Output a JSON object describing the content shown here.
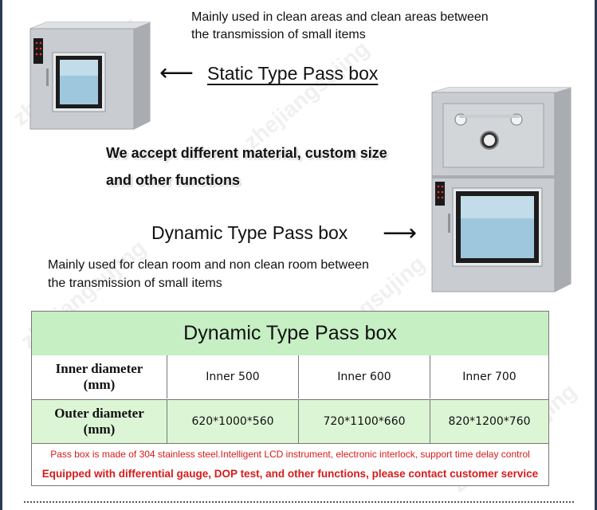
{
  "static": {
    "description_line1": "Mainly used in clean areas and clean areas between",
    "description_line2": "the transmission of small items",
    "heading": "Static Type Pass box",
    "arrow": "⟵"
  },
  "custom": {
    "line1": "We accept different material, custom size",
    "line2": "and other functions"
  },
  "dynamic": {
    "heading": "Dynamic Type Pass box",
    "arrow": "⟶",
    "description_line1": "Mainly used for clean room and non clean room between",
    "description_line2": "the transmission of small items"
  },
  "table": {
    "title": "Dynamic Type Pass box",
    "rows": [
      {
        "header_line1": "Inner diameter",
        "header_line2": "(mm)",
        "cells": [
          "Inner 500",
          "Inner 600",
          "Inner 700"
        ]
      },
      {
        "header_line1": "Outer diameter",
        "header_line2": "(mm)",
        "cells": [
          "620*1000*560",
          "720*1100*660",
          "820*1200*760"
        ]
      }
    ],
    "note1": "Pass box is made of 304 stainless steel.Intelligent LCD instrument, electronic interlock, support time delay control",
    "note2": "Equipped with differential gauge, DOP test, and other functions, please contact customer service"
  },
  "watermark": "zhejiangsujing",
  "colors": {
    "table_title_bg": "#c6efc4",
    "row_alt_bg": "#dcf6d5",
    "note_red": "#d71a1a"
  }
}
